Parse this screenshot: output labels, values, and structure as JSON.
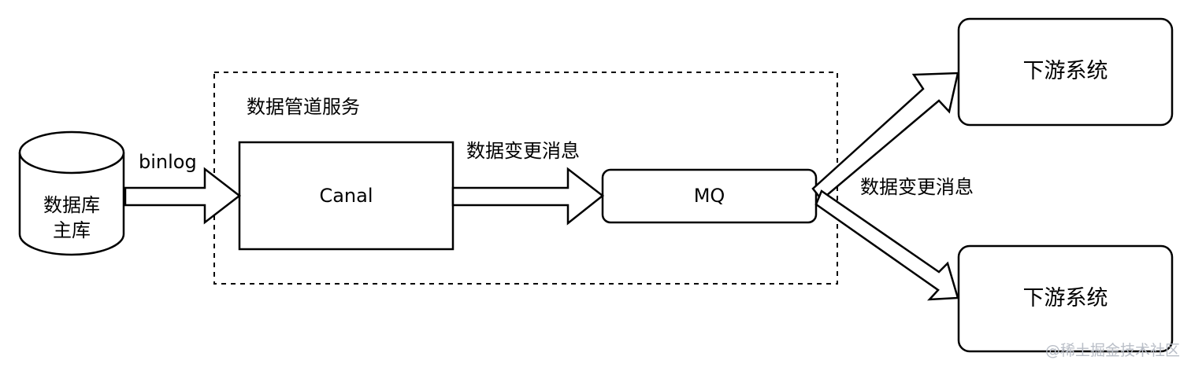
{
  "diagram": {
    "service_boundary_label": "数据管道服务",
    "database_label_line1": "数据库",
    "database_label_line2": "主库",
    "binlog_label": "binlog",
    "canal_label": "Canal",
    "mq_label": "MQ",
    "change_message_label_1": "数据变更消息",
    "change_message_label_2": "数据变更消息",
    "downstream_top_label": "下游系统",
    "downstream_bottom_label": "下游系统",
    "watermark": "@稀土掘金技术社区"
  },
  "colors": {
    "stroke": "#000000",
    "fill": "#ffffff",
    "watermark": "#b9bec7"
  }
}
